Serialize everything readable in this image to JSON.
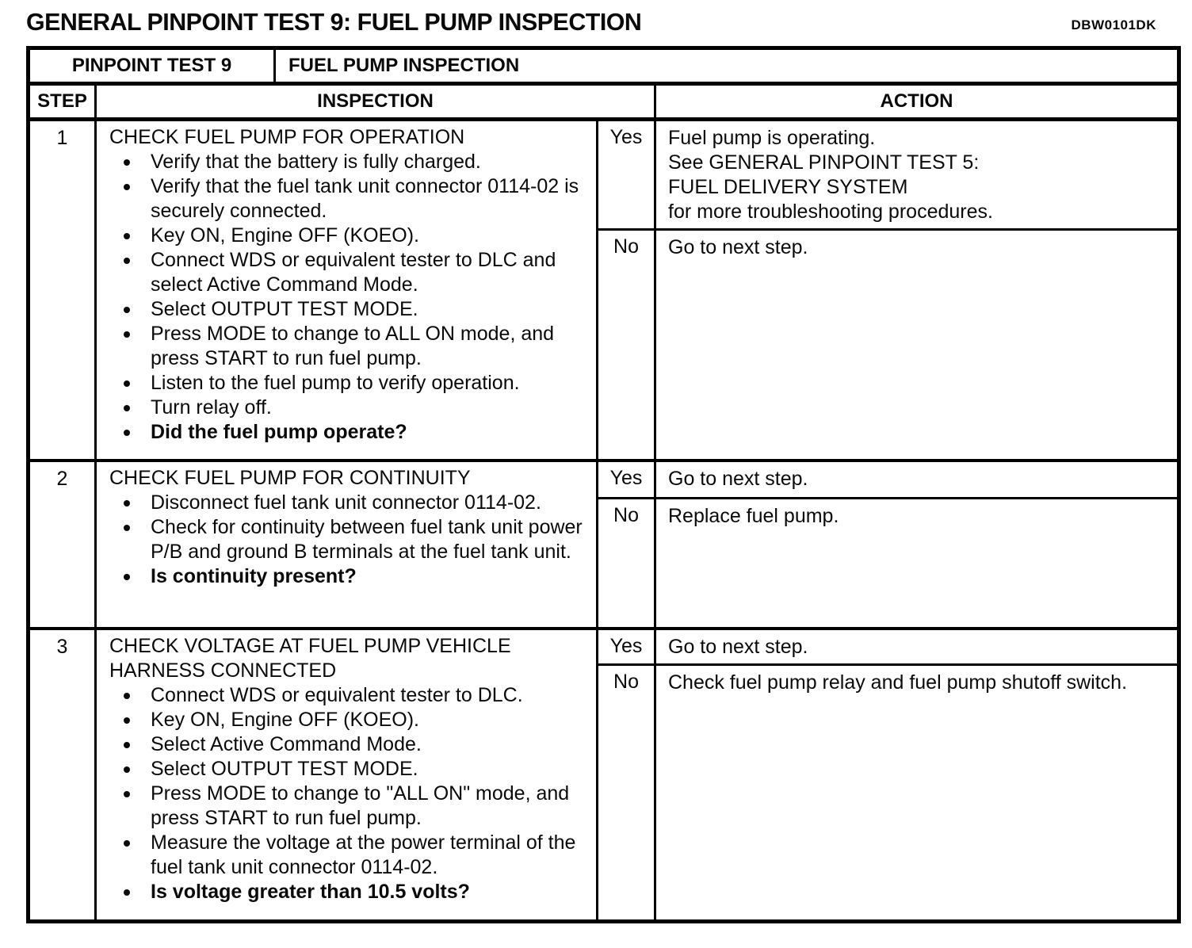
{
  "page": {
    "title": "GENERAL PINPOINT TEST 9:  FUEL PUMP INSPECTION",
    "doc_code": "DBW0101DK"
  },
  "table": {
    "header": {
      "test_label": "PINPOINT TEST 9",
      "test_name": "FUEL PUMP INSPECTION"
    },
    "columns": {
      "step": "STEP",
      "inspection": "INSPECTION",
      "action": "ACTION"
    },
    "steps": [
      {
        "number": "1",
        "title": "CHECK FUEL PUMP FOR OPERATION",
        "bullets": [
          "Verify that the battery is fully charged.",
          "Verify that the fuel tank unit connector 0114-02 is securely connected.",
          "Key ON, Engine OFF (KOEO).",
          "Connect WDS or equivalent tester to DLC and select Active Command Mode.",
          "Select OUTPUT TEST MODE.",
          "Press MODE to change to ALL ON mode, and press START to run fuel pump.",
          "Listen to the fuel pump to verify operation.",
          "Turn relay off."
        ],
        "question": "Did the fuel pump operate?",
        "outcomes": [
          {
            "label": "Yes",
            "lines": [
              "Fuel pump is operating.",
              "See GENERAL PINPOINT TEST 5:",
              "FUEL DELIVERY SYSTEM",
              "for more troubleshooting procedures."
            ]
          },
          {
            "label": "No",
            "lines": [
              "Go to next step."
            ]
          }
        ]
      },
      {
        "number": "2",
        "title": "CHECK FUEL PUMP FOR CONTINUITY",
        "bullets": [
          "Disconnect fuel tank unit connector 0114-02.",
          "Check for continuity between fuel tank unit power P/B and ground B terminals at the fuel tank unit."
        ],
        "question": "Is continuity present?",
        "outcomes": [
          {
            "label": "Yes",
            "lines": [
              "Go to next step."
            ]
          },
          {
            "label": "No",
            "lines": [
              "Replace fuel pump."
            ]
          }
        ]
      },
      {
        "number": "3",
        "title": "CHECK VOLTAGE AT FUEL PUMP VEHICLE HARNESS CONNECTED",
        "bullets": [
          "Connect WDS or equivalent tester to DLC.",
          "Key ON, Engine OFF (KOEO).",
          "Select Active Command Mode.",
          "Select OUTPUT TEST MODE.",
          "Press MODE to change to \"ALL ON\" mode, and press START to run fuel pump.",
          "Measure the voltage at the power terminal of the fuel tank unit connector 0114-02."
        ],
        "question": "Is voltage greater than 10.5 volts?",
        "outcomes": [
          {
            "label": "Yes",
            "lines": [
              "Go to next step."
            ]
          },
          {
            "label": "No",
            "lines": [
              "Check fuel pump relay and fuel pump shutoff switch."
            ]
          }
        ]
      }
    ]
  }
}
